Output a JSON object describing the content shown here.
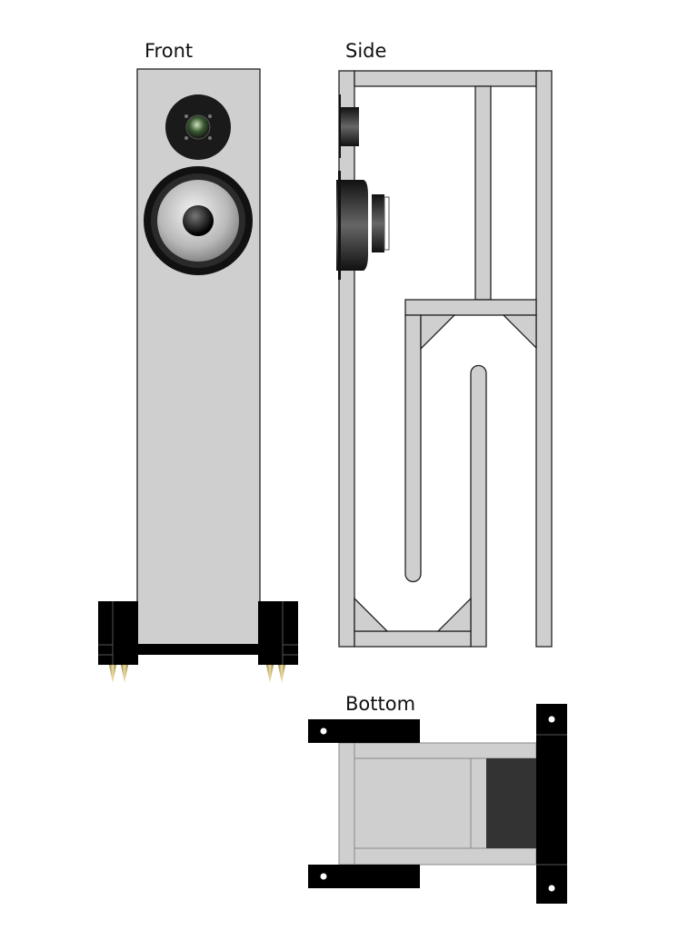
{
  "labels": {
    "front": "Front",
    "side": "Side",
    "bottom": "Bottom"
  },
  "colors": {
    "panel": "#cfcfcf",
    "outline": "#222222",
    "feet": "#000000",
    "driver_magnet": "#333333",
    "spike": "#c8b060"
  }
}
